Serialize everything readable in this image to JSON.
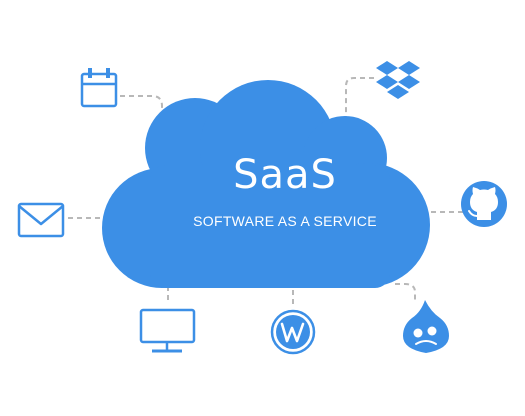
{
  "diagram": {
    "title": "SaaS",
    "subtitle": "SOFTWARE AS A SERVICE"
  },
  "colors": {
    "cloud": "#3c8fe6",
    "icon": "#3c8fe6",
    "connector": "#b8b8b8",
    "text": "#ffffff"
  },
  "services": [
    {
      "name": "calendar",
      "icon": "calendar-icon"
    },
    {
      "name": "dropbox",
      "icon": "dropbox-icon"
    },
    {
      "name": "email",
      "icon": "mail-icon"
    },
    {
      "name": "github",
      "icon": "github-icon"
    },
    {
      "name": "desktop",
      "icon": "monitor-icon"
    },
    {
      "name": "wordpress",
      "icon": "wordpress-icon"
    },
    {
      "name": "drupal",
      "icon": "drupal-icon"
    }
  ]
}
